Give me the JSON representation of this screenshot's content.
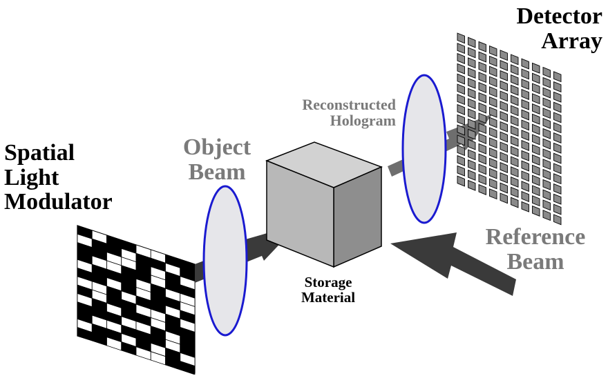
{
  "labels": {
    "slm": [
      "Spatial",
      "Light",
      "Modulator"
    ],
    "object_beam": [
      "Object",
      "Beam"
    ],
    "storage": [
      "Storage",
      "Material"
    ],
    "reconstructed": [
      "Reconstructed",
      "Hologram"
    ],
    "detector": [
      "Detector",
      "Array"
    ],
    "reference_beam": [
      "Reference",
      "Beam"
    ]
  },
  "colors": {
    "label_dark": "#000000",
    "label_grey": "#7a7a7a",
    "arrow_dark": "#3a3a3a",
    "arrow_grey": "#6e6e6e",
    "lens_fill": "#e6e6ea",
    "lens_stroke": "#1a1ad0",
    "cube_front": "#b8b8b8",
    "cube_top": "#d2d2d2",
    "cube_side": "#8e8e8e",
    "detector_pixel": "#8a8a8a"
  },
  "slm_pattern": [
    "10110011",
    "01101101",
    "11001010",
    "10011011",
    "01110100",
    "11010110",
    "00101101",
    "10110010",
    "01011011",
    "11100101",
    "10011101",
    "01101010",
    "11010011"
  ]
}
